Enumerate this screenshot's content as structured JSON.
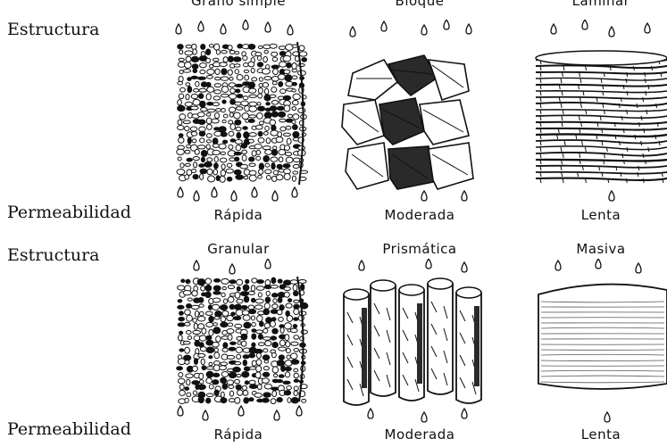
{
  "rows": [
    {
      "structure_label": "Estructura",
      "permeability_label": "Permeabilidad",
      "columns": [
        {
          "title": "Grano simple",
          "permeability": "Rápida"
        },
        {
          "title": "Bloque",
          "permeability": "Moderada"
        },
        {
          "title": "Laminar",
          "permeability": "Lenta"
        }
      ]
    },
    {
      "structure_label": "Estructura",
      "permeability_label": "Permeabilidad",
      "columns": [
        {
          "title": "Granular",
          "permeability": "Rápida"
        },
        {
          "title": "Prismática",
          "permeability": "Moderada"
        },
        {
          "title": "Masiva",
          "permeability": "Lenta"
        }
      ]
    }
  ]
}
